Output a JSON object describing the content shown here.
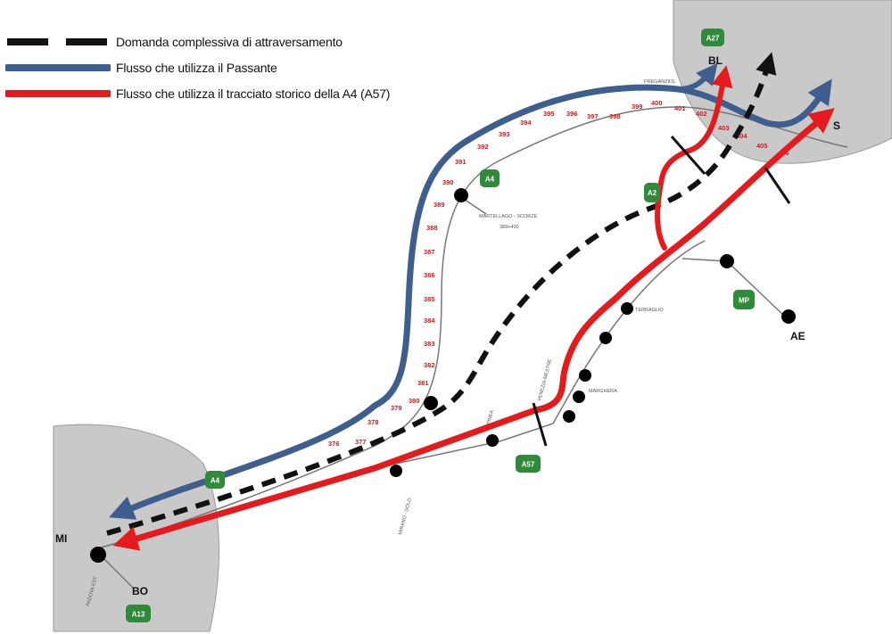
{
  "legend": [
    {
      "id": "black",
      "label": "Domanda complessiva  di attraversamento",
      "color": "#111111",
      "dashed": true
    },
    {
      "id": "blue",
      "label": "Flusso che utilizza il Passante",
      "color": "#3e5f8e",
      "dashed": false
    },
    {
      "id": "red",
      "label": "Flusso che utilizza il tracciato storico della A4 (A57)",
      "color": "#e41a1c",
      "dashed": false
    }
  ],
  "colors": {
    "zone": "#c9c9c9",
    "shield": "#2f8a3a",
    "road": "#777777",
    "dot": "#000000"
  },
  "endpoints": {
    "mi": "MI",
    "bo": "BO",
    "bl": "BL",
    "s": "S",
    "ae": "AE"
  },
  "shields": {
    "a4_top": "A4",
    "a4_left": "A4",
    "a27": "A27",
    "a2": "A2",
    "mp": "MP",
    "a57": "A57",
    "a13": "A13"
  },
  "km_markers": [
    "376",
    "377",
    "378",
    "379",
    "380",
    "381",
    "382",
    "383",
    "384",
    "385",
    "386",
    "387",
    "388",
    "389",
    "390",
    "391",
    "392",
    "393",
    "394",
    "395",
    "396",
    "397",
    "398",
    "399",
    "400",
    "401",
    "402",
    "403",
    "404",
    "405",
    "406"
  ],
  "place_labels": {
    "martellago": "MARTELLAGO - SCORZÈ",
    "martellago_km": "389+400",
    "preganziol": "PREGANZIOL",
    "mirano": "MIRANO - DOLO",
    "padova_est": "PADOVA EST",
    "mestre": "VENEZIA-MESTRE",
    "terraglio": "TERRAGLIO",
    "marghera": "MARGHERA",
    "spinea": "SPINEA"
  }
}
